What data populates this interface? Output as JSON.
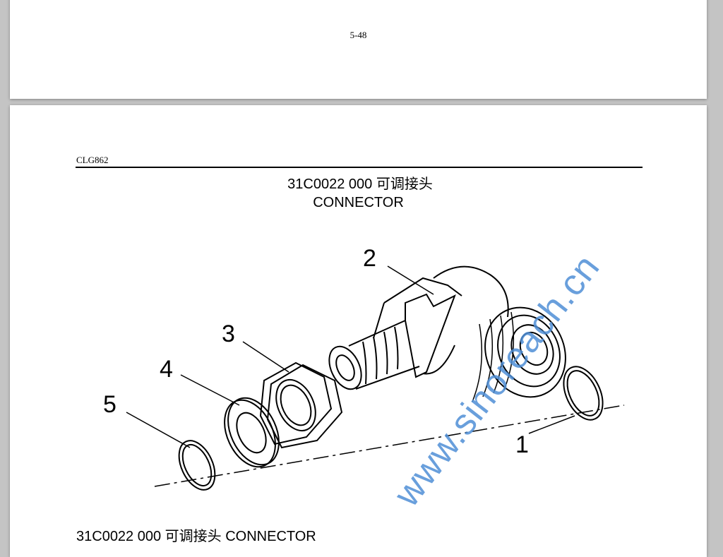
{
  "page_top": {
    "page_number": "5-48"
  },
  "page_main": {
    "header": "CLG862",
    "title_line1": "31C0022 000  可调接头",
    "title_line2": "CONNECTOR",
    "callouts": [
      "1",
      "2",
      "3",
      "4",
      "5"
    ],
    "watermark": "www.sinoreach.cn",
    "caption": "31C0022 000  可调接头  CONNECTOR"
  }
}
